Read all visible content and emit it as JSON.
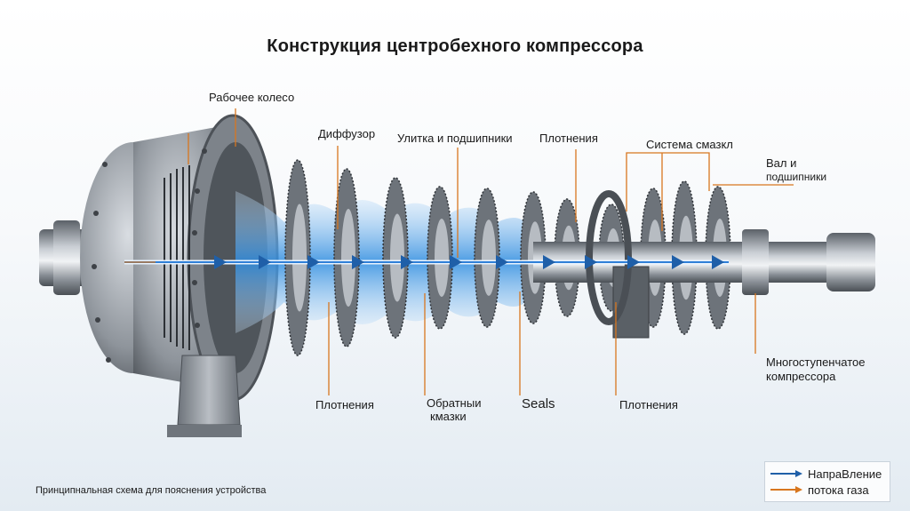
{
  "title": "Конструкция центробехного компрессора",
  "labels": {
    "impeller": "Рабочее колесо",
    "diffuser": "Диффузор",
    "volute_bearings": "Улитка и подшипники",
    "seals_top": "Плотнения",
    "lube_system": "Система смазкл",
    "shaft_bearings_1": "Вал и",
    "shaft_bearings_2": "подшипники",
    "seals_bottom_left": "Плотнения",
    "return_1": "Обратныи",
    "return_2": "кмазки",
    "seals_en": "Seals",
    "seals_bottom_right": "Плотнения",
    "multistage_1": "Многоступенчатое",
    "multistage_2": "компрессора"
  },
  "caption": "Принципнальная схема для пояснения устройства",
  "legend": {
    "flow_label": "НапраВление",
    "flow_label_2": "потока газа"
  },
  "colors": {
    "flow_arrow": "#1f5fa8",
    "leader_line": "#d8761e",
    "metal": "#8e949b"
  }
}
